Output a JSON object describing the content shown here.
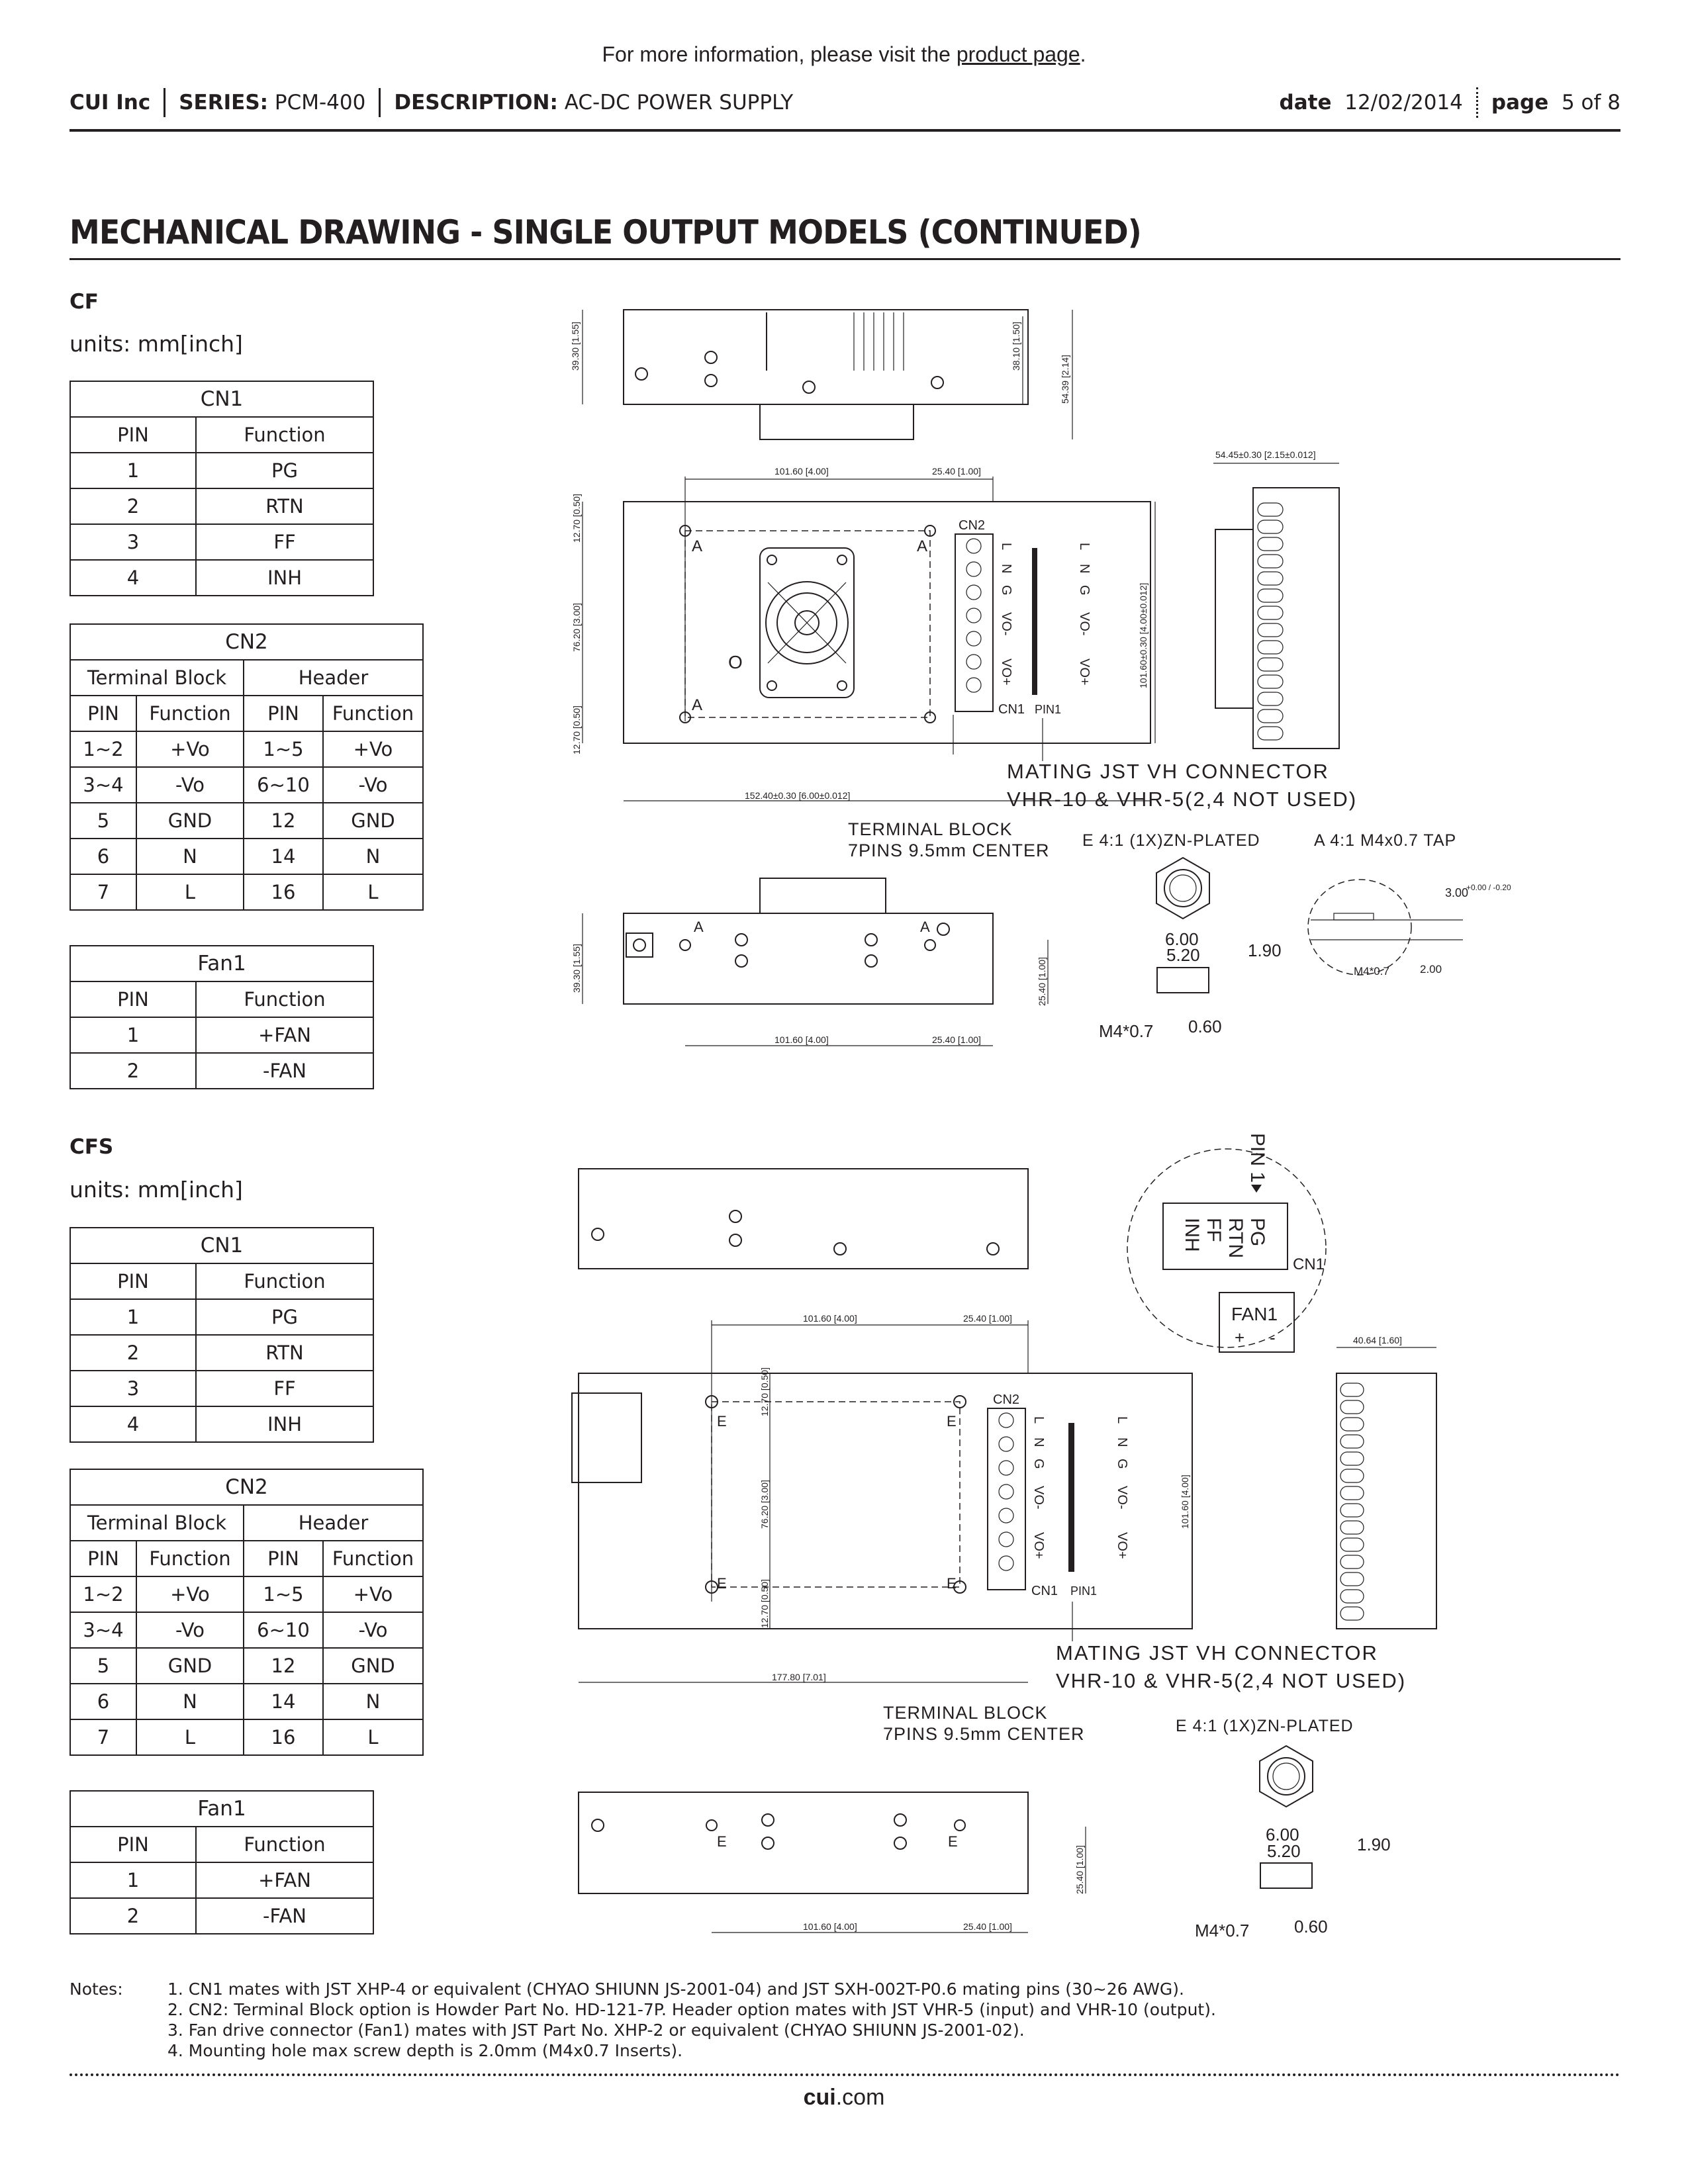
{
  "top_link": {
    "prefix": "For more information, please visit the ",
    "link": "product page",
    "suffix": "."
  },
  "header": {
    "company": "CUI Inc",
    "series_label": "SERIES:",
    "series": "PCM-400",
    "description_label": "DESCRIPTION:",
    "description": "AC-DC POWER SUPPLY",
    "date_label": "date",
    "date": "12/02/2014",
    "page_label": "page",
    "page": "5 of 8"
  },
  "title": "MECHANICAL DRAWING - SINGLE OUTPUT MODELS (CONTINUED)",
  "sections": [
    {
      "name": "CF",
      "units": "units: mm[inch]",
      "cn1": {
        "title": "CN1",
        "headers": [
          "PIN",
          "Function"
        ],
        "rows": [
          [
            "1",
            "PG"
          ],
          [
            "2",
            "RTN"
          ],
          [
            "3",
            "FF"
          ],
          [
            "4",
            "INH"
          ]
        ]
      },
      "cn2": {
        "title": "CN2",
        "groups": [
          "Terminal Block",
          "Header"
        ],
        "headers": [
          "PIN",
          "Function",
          "PIN",
          "Function"
        ],
        "rows": [
          [
            "1~2",
            "+Vo",
            "1~5",
            "+Vo"
          ],
          [
            "3~4",
            "-Vo",
            "6~10",
            "-Vo"
          ],
          [
            "5",
            "GND",
            "12",
            "GND"
          ],
          [
            "6",
            "N",
            "14",
            "N"
          ],
          [
            "7",
            "L",
            "16",
            "L"
          ]
        ]
      },
      "fan1": {
        "title": "Fan1",
        "headers": [
          "PIN",
          "Function"
        ],
        "rows": [
          [
            "1",
            "+FAN"
          ],
          [
            "2",
            "-FAN"
          ]
        ]
      }
    },
    {
      "name": "CFS",
      "units": "units: mm[inch]",
      "cn1": {
        "title": "CN1",
        "headers": [
          "PIN",
          "Function"
        ],
        "rows": [
          [
            "1",
            "PG"
          ],
          [
            "2",
            "RTN"
          ],
          [
            "3",
            "FF"
          ],
          [
            "4",
            "INH"
          ]
        ]
      },
      "cn2": {
        "title": "CN2",
        "groups": [
          "Terminal Block",
          "Header"
        ],
        "headers": [
          "PIN",
          "Function",
          "PIN",
          "Function"
        ],
        "rows": [
          [
            "1~2",
            "+Vo",
            "1~5",
            "+Vo"
          ],
          [
            "3~4",
            "-Vo",
            "6~10",
            "-Vo"
          ],
          [
            "5",
            "GND",
            "12",
            "GND"
          ],
          [
            "6",
            "N",
            "14",
            "N"
          ],
          [
            "7",
            "L",
            "16",
            "L"
          ]
        ]
      },
      "fan1": {
        "title": "Fan1",
        "headers": [
          "PIN",
          "Function"
        ],
        "rows": [
          [
            "1",
            "+FAN"
          ],
          [
            "2",
            "-FAN"
          ]
        ]
      }
    }
  ],
  "drawings": {
    "cf": {
      "top_h1": "39.30 [1.55]",
      "top_h2": "38.10 [1.50]",
      "top_h3": "54.39 [2.14]",
      "dim_a": "101.60 [4.00]",
      "dim_b": "25.40 [1.00]",
      "v1": "12.70 [0.50]",
      "v2": "76.20 [3.00]",
      "v3": "12.70 [0.50]",
      "right_h": "101.60±0.30 [4.00±0.012]",
      "bottom_w": "152.40±0.30 [6.00±0.012]",
      "side_w": "54.45±0.30 [2.15±0.012]",
      "cn2": "CN2",
      "cn1": "CN1",
      "pin1": "PIN1",
      "hole": "A",
      "o_mark": "O",
      "pins": [
        "L",
        "N",
        "G",
        "VO-",
        "VO+"
      ],
      "mating1": "MATING JST VH CONNECTOR",
      "mating2": "VHR-10 & VHR-5(2,4 NOT USED)",
      "tb1": "TERMINAL BLOCK",
      "tb2": "7PINS 9.5mm CENTER",
      "e_detail": "E 4:1 (1X)ZN-PLATED",
      "a_detail": "A 4:1 M4x0.7 TAP",
      "e_600": "6.00",
      "e_520": "5.20",
      "e_190": "1.90",
      "e_m4": "M4*0.7",
      "e_060": "0.60",
      "a_300": "3.00",
      "a_tol": "+0.00 / -0.20",
      "a_m4": "M4*0.7",
      "a_200": "2.00",
      "front_h": "39.30 [1.55]",
      "front_r": "25.40 [1.00]",
      "front_a": "101.60 [4.00]",
      "front_b": "25.40 [1.00]"
    },
    "cfs": {
      "pin1_arrow": "PIN 1",
      "cn1_pins": [
        "PG",
        "RTN",
        "FF",
        "INH"
      ],
      "cn1": "CN1",
      "fan1": "FAN1",
      "fan_plus": "+",
      "fan_minus": "-",
      "dim_a": "101.60 [4.00]",
      "dim_b": "25.40 [1.00]",
      "v1": "12.70 [0.50]",
      "v2": "76.20 [3.00]",
      "v3": "12.70 [0.50]",
      "right_h": "101.60 [4.00]",
      "bottom_w": "177.80 [7.01]",
      "side_w": "40.64 [1.60]",
      "cn2": "CN2",
      "cn1_lbl": "CN1",
      "pin1": "PIN1",
      "hole": "E",
      "pins": [
        "L",
        "N",
        "G",
        "VO-",
        "VO+"
      ],
      "mating1": "MATING JST VH CONNECTOR",
      "mating2": "VHR-10 & VHR-5(2,4 NOT USED)",
      "tb1": "TERMINAL BLOCK",
      "tb2": "7PINS 9.5mm CENTER",
      "e_detail": "E 4:1 (1X)ZN-PLATED",
      "e_600": "6.00",
      "e_520": "5.20",
      "e_190": "1.90",
      "e_m4": "M4*0.7",
      "e_060": "0.60",
      "front_r": "25.40 [1.00]",
      "front_a": "101.60 [4.00]",
      "front_b": "25.40 [1.00]"
    }
  },
  "notes": {
    "label": "Notes:",
    "items": [
      "1. CN1 mates with JST XHP-4 or equivalent (CHYAO SHIUNN JS-2001-04) and JST SXH-002T-P0.6 mating pins (30~26 AWG).",
      "2. CN2: Terminal Block option is Howder Part No. HD-121-7P.  Header option mates with JST VHR-5 (input) and VHR-10 (output).",
      "3. Fan drive connector (Fan1) mates with JST Part No. XHP-2 or equivalent (CHYAO SHIUNN JS-2001-02).",
      "4. Mounting hole max screw depth is 2.0mm (M4x0.7 Inserts)."
    ]
  },
  "footer": {
    "bold": "cui",
    "rest": ".com"
  }
}
